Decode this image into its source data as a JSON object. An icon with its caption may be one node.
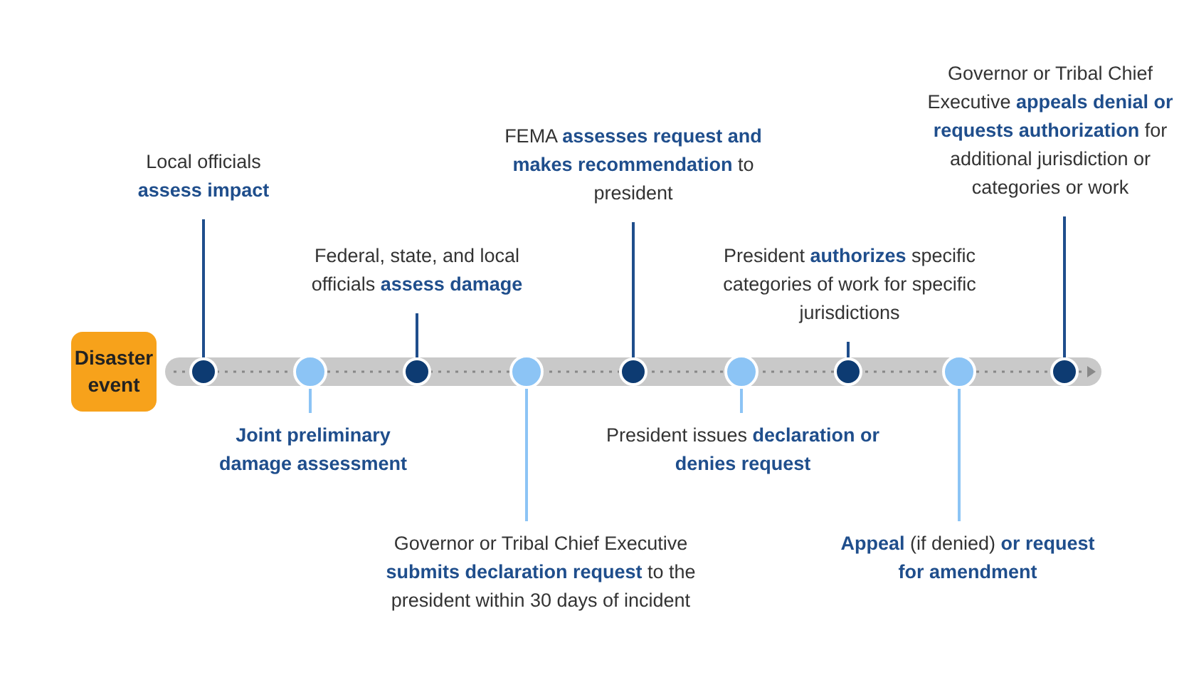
{
  "diagram": {
    "nodes": [
      {
        "text": [
          "Disaster event"
        ]
      },
      {
        "text": [],
        "shape": "circle"
      },
      {
        "text": [],
        "shape": "circle"
      },
      {
        "text": [],
        "shape": "circle"
      },
      {
        "text": [],
        "shape": "circle"
      },
      {
        "text": [],
        "shape": "circle"
      },
      {
        "text": [],
        "shape": "circle"
      },
      {
        "text": [],
        "shape": "circle"
      },
      {
        "text": [],
        "shape": "circle"
      },
      {
        "text": [],
        "shape": "circle"
      },
      {
        "text": [
          "Local officials **assess impact**"
        ]
      },
      {
        "text": [
          "Joint preliminary damage assessment"
        ]
      },
      {
        "text": [
          "Federal, state, and local officials **assess damage**"
        ]
      },
      {
        "text": [
          "Governor or Tribal Chief Executive **submits declaration request** to the president within 30 days of incident"
        ]
      },
      {
        "text": [
          "FEMA **assesses request and makes recommendation** to president"
        ]
      },
      {
        "text": [
          "President issues **declaration or denies request**"
        ]
      },
      {
        "text": [
          "President **authorizes** specific categories of work for specific jurisdictions"
        ]
      },
      {
        "text": [
          "**Appeal** (if denied) **or request for amendment**"
        ]
      },
      {
        "text": [
          "Governor or Tribal Chief Executive **appeals denial or requests authorization** for additional jurisdiction or categories or work"
        ]
      }
    ],
    "edges": [
      {
        "from": 10,
        "to": 1,
        "arrow": "none"
      },
      {
        "from": 11,
        "to": 2,
        "arrow": "none",
        "color": "#8cc4f5"
      },
      {
        "from": 12,
        "to": 3,
        "arrow": "none"
      },
      {
        "from": 13,
        "to": 4,
        "arrow": "none",
        "color": "#8cc4f5"
      },
      {
        "from": 14,
        "to": 5,
        "arrow": "none"
      },
      {
        "from": 15,
        "to": 6,
        "arrow": "none",
        "color": "#8cc4f5"
      },
      {
        "from": 16,
        "to": 7,
        "arrow": "none"
      },
      {
        "from": 17,
        "to": 8,
        "arrow": "none",
        "color": "#8cc4f5"
      },
      {
        "from": 18,
        "to": 9,
        "arrow": "none"
      }
    ]
  }
}
